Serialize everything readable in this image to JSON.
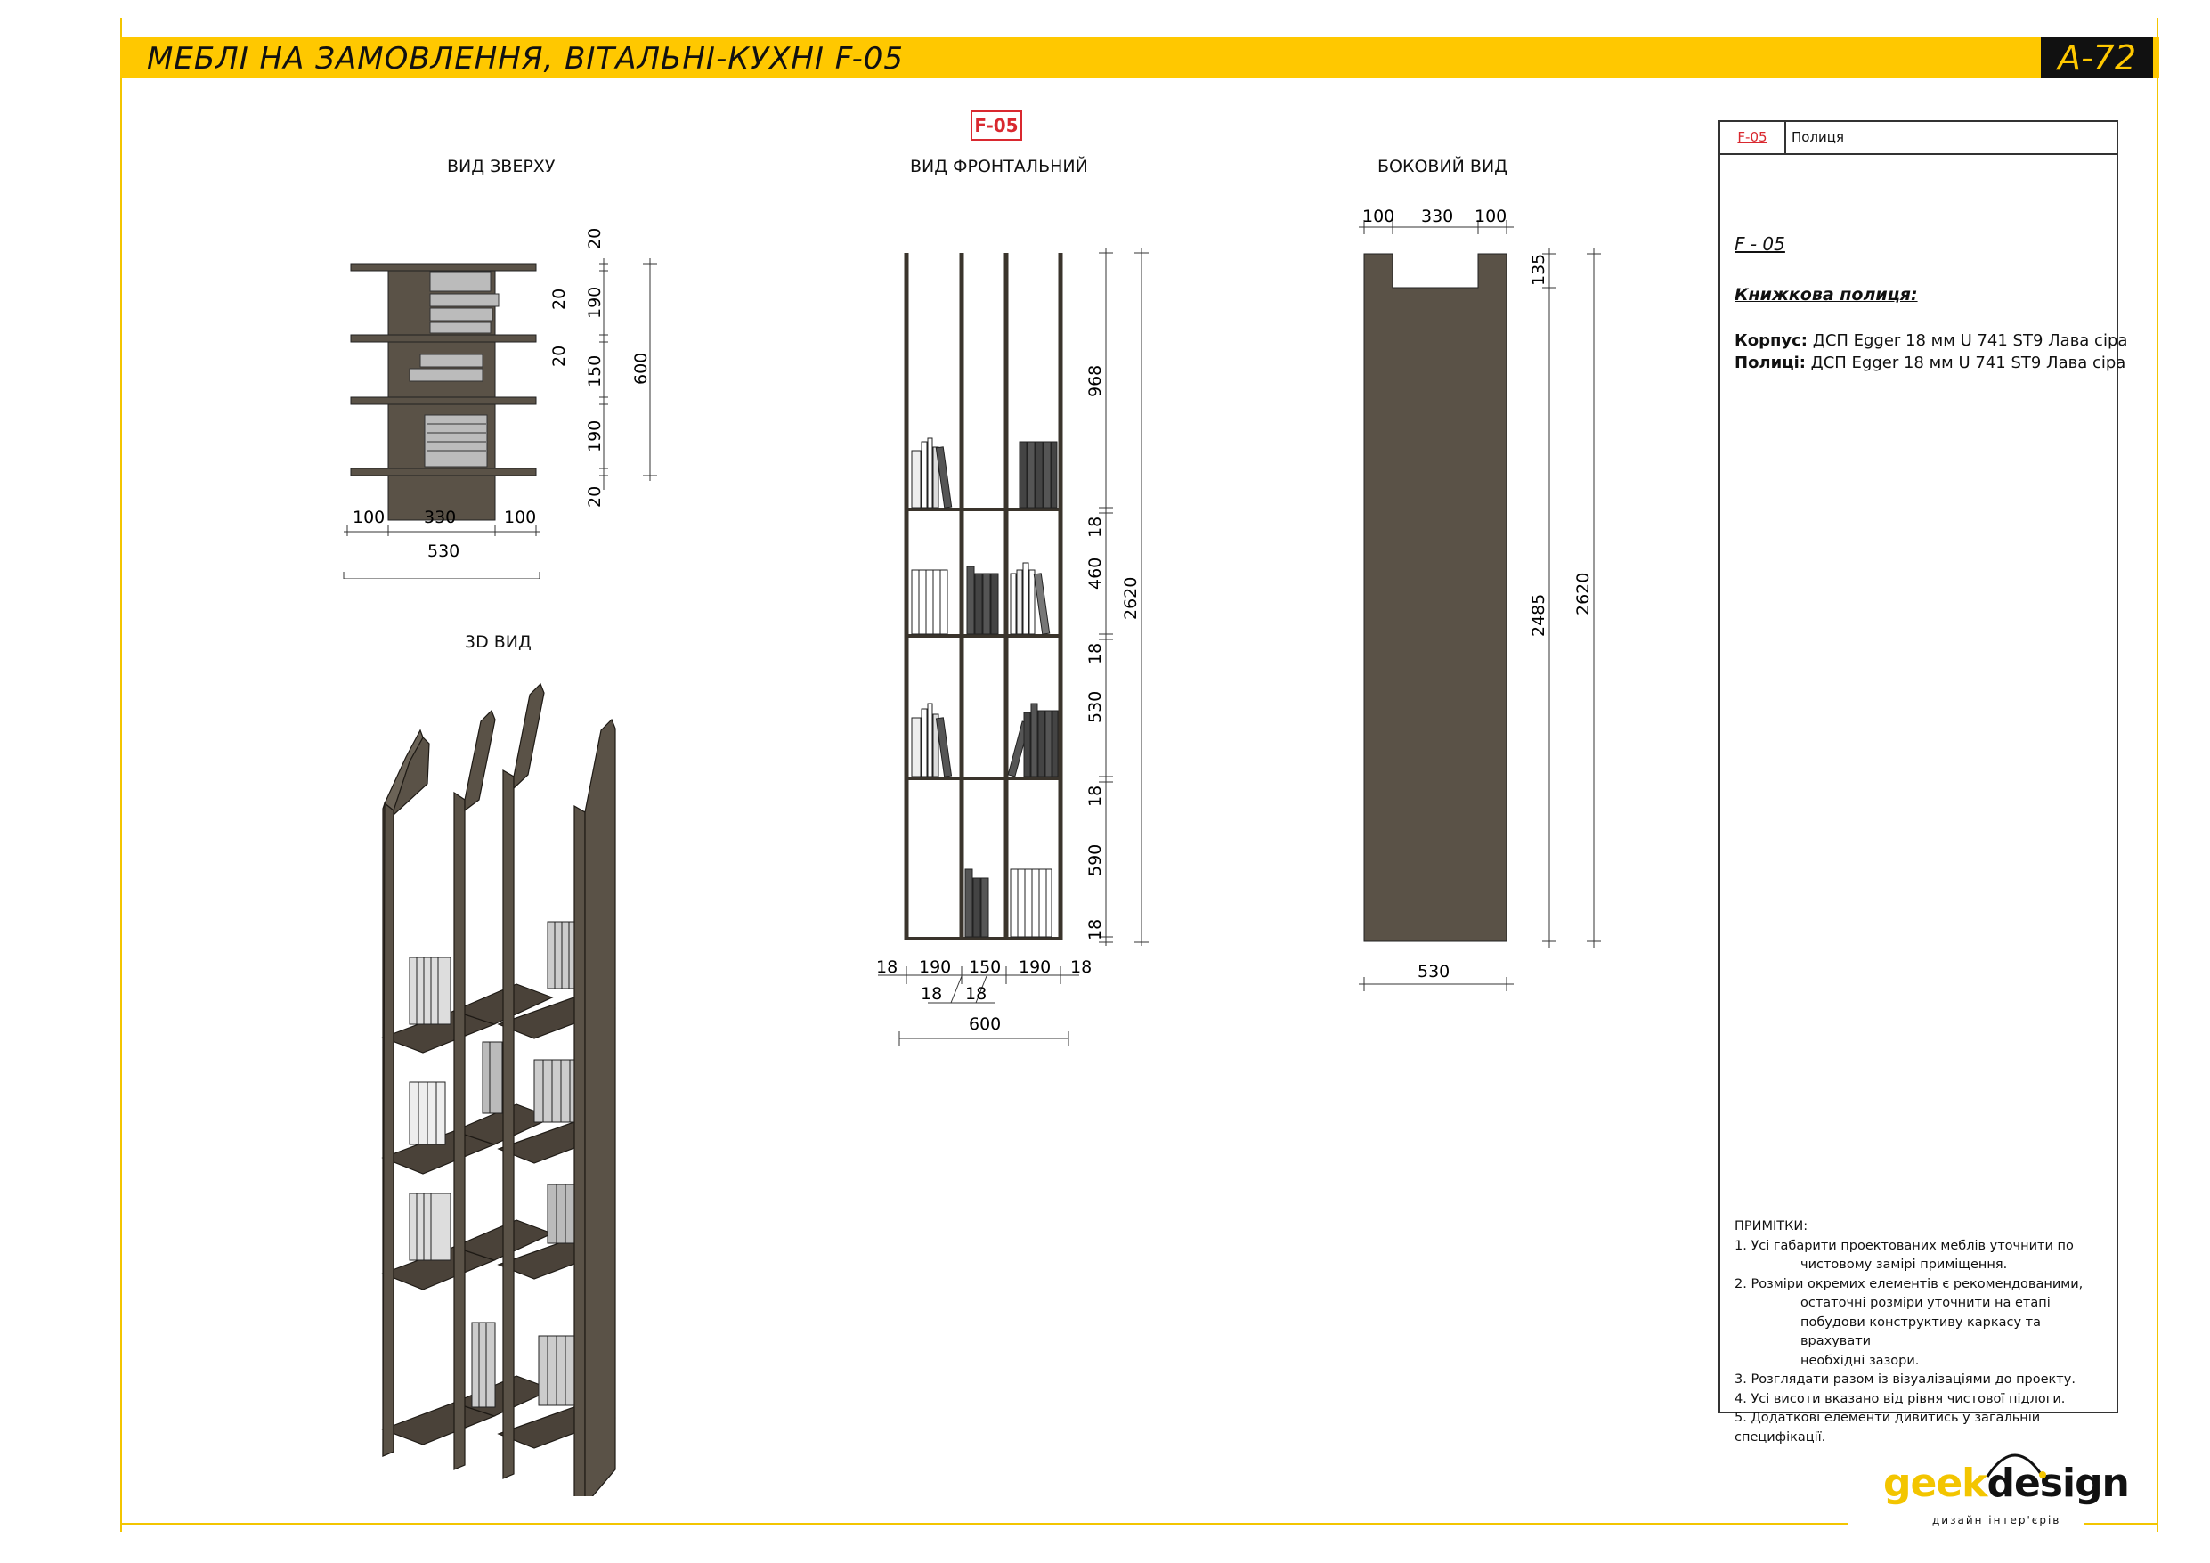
{
  "header": {
    "title": "МЕБЛІ НА ЗАМОВЛЕННЯ, ВІТАЛЬНІ-КУХНІ F-05",
    "sheet": "А-72"
  },
  "tag": "F-05",
  "views": {
    "top": "ВИД ЗВЕРХУ",
    "front": "ВИД ФРОНТАЛЬНИЙ",
    "side": "БОКОВИЙ ВИД",
    "iso": "3D ВИД"
  },
  "dims_top": {
    "w1": "100",
    "w2": "330",
    "w3": "100",
    "total": "530",
    "v": [
      "20",
      "190",
      "20",
      "150",
      "20",
      "190",
      "20"
    ],
    "height": "600"
  },
  "dims_front": {
    "h": [
      "968",
      "18",
      "460",
      "18",
      "530",
      "18",
      "590",
      "18"
    ],
    "total_h": "2620",
    "w": [
      "18",
      "190",
      "150",
      "190",
      "18"
    ],
    "w_sub": [
      "18",
      "18"
    ],
    "total_w": "600"
  },
  "dims_side": {
    "top": [
      "100",
      "330",
      "100"
    ],
    "notch": "135",
    "body": "2485",
    "total_h": "2620",
    "width": "530"
  },
  "colors": {
    "accent": "#ffc800",
    "panel": "#5a5247",
    "tag": "#d9282f"
  },
  "spec": {
    "code": "F-05",
    "name": "Полиця",
    "code_italic": "F - 05",
    "title": "Книжкова полиця:",
    "lines": [
      {
        "label": "Корпус:",
        "value": "ДСП Egger 18 мм U 741 ST9 Лава сіра"
      },
      {
        "label": "Полиці:",
        "value": "ДСП Egger 18 мм U 741 ST9 Лава сіра"
      }
    ]
  },
  "notes": {
    "title": "ПРИМІТКИ:",
    "n1a": "1. Усі габарити проектованих меблів уточнити по",
    "n1b": "чистовому замірі приміщення.",
    "n2a": "2. Розміри окремих елементів є рекомендованими,",
    "n2b": "остаточні розміри уточнити на етапі",
    "n2c": "побудови конструктиву каркасу та врахувати",
    "n2d": "необхідні зазори.",
    "n3": "3. Розглядати разом із візуалізаціями до проекту.",
    "n4": "4. Усі висоти вказано від рівня чистової підлоги.",
    "n5": "5. Додаткові елементи дивитись у загальній специфікації."
  },
  "logo": {
    "geek": "geek",
    "design": "design",
    "sub": "дизайн інтер'єрів"
  }
}
